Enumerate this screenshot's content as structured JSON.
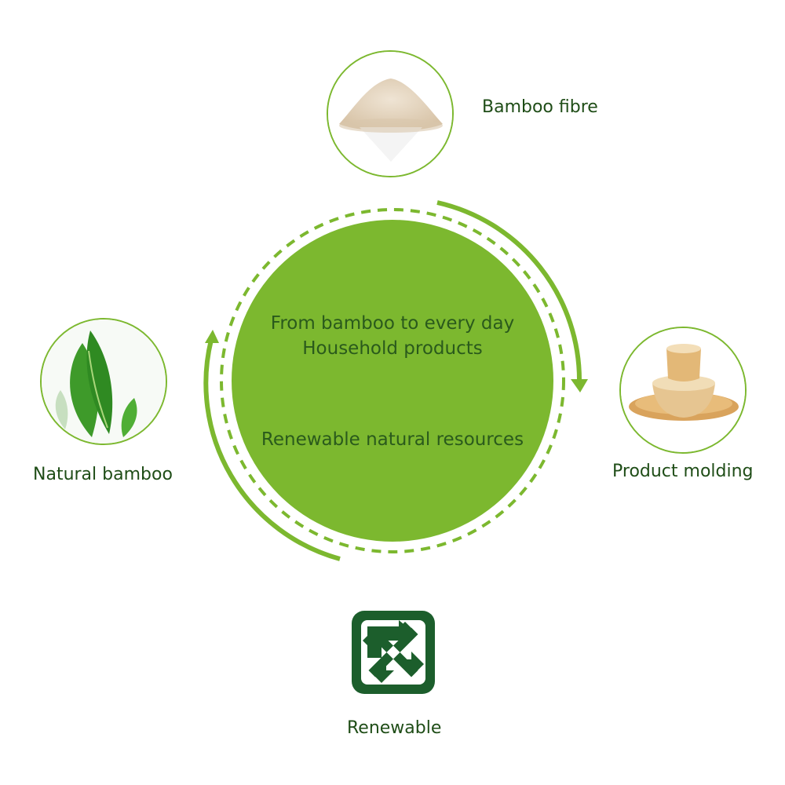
{
  "center": {
    "line1": "From bamboo to every day",
    "line2": "Household products",
    "line3": "Renewable natural resources"
  },
  "nodes": [
    {
      "label": "Bamboo fibre",
      "icon": "bamboo-fibre-powder-icon"
    },
    {
      "label": "Product molding",
      "icon": "bamboo-tableware-icon"
    },
    {
      "label": "Renewable",
      "icon": "recycle-icon"
    },
    {
      "label": "Natural bamboo",
      "icon": "bamboo-shoot-icon"
    }
  ],
  "colors": {
    "circle_fill": "#7cb82f",
    "arrow_green": "#7cb82f",
    "text_green": "#2a5a1c",
    "recycle_green": "#1c5e2c"
  }
}
